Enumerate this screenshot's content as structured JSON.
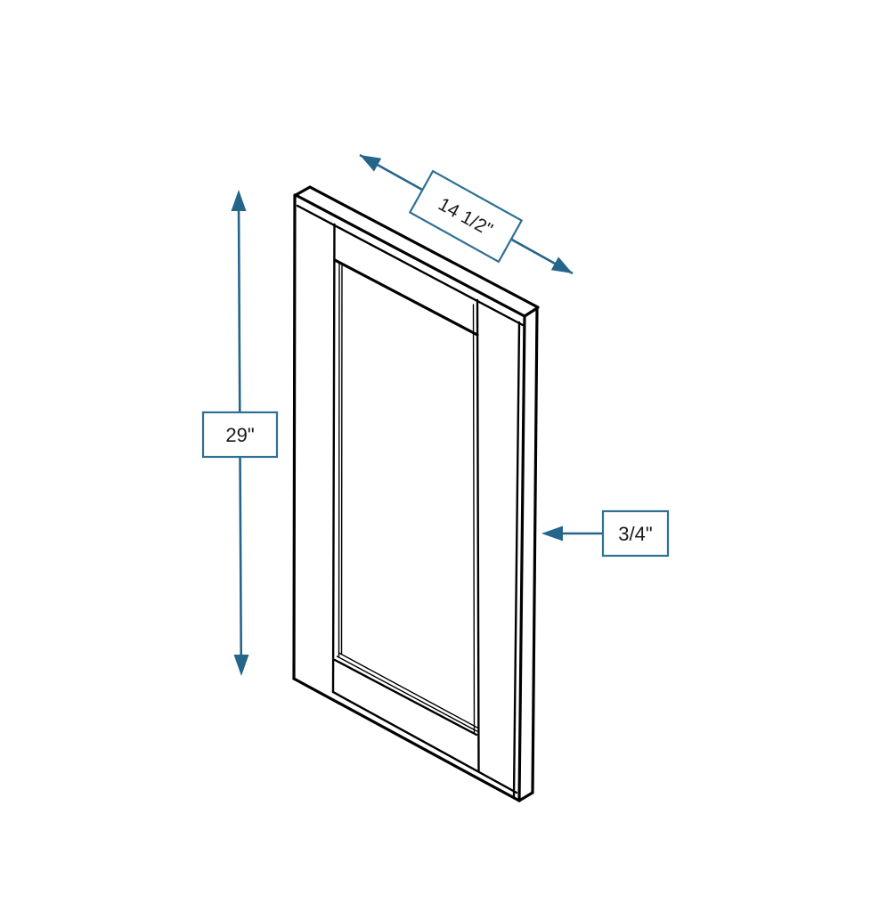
{
  "diagram": {
    "subject": "cabinet-door-panel-isometric-drawing",
    "dimensions": {
      "width": {
        "label": "14 1/2\""
      },
      "height": {
        "label": "29\""
      },
      "thickness": {
        "label": "3/4\""
      }
    },
    "colors": {
      "dimension_accent": "#26658a",
      "label_border": "#2f7095",
      "drawing_line": "#000000",
      "background": "#ffffff"
    }
  }
}
